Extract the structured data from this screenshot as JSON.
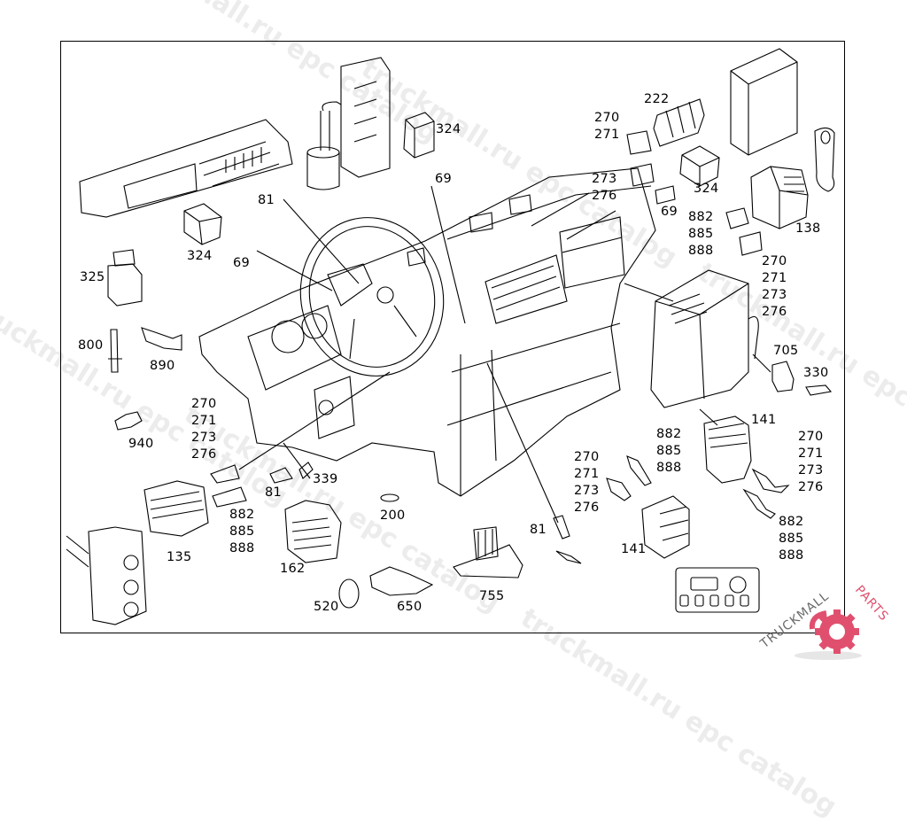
{
  "diagram": {
    "type": "exploded parts catalog drawing",
    "subject": "Truck cockpit dashboard electrical components and connectors",
    "callouts": [
      {
        "id": "c-222",
        "lines": [
          "222"
        ]
      },
      {
        "id": "c-270-276-top",
        "lines": [
          "270",
          "271"
        ]
      },
      {
        "id": "c-273-276-top",
        "lines": [
          "273",
          "276"
        ]
      },
      {
        "id": "c-324-top",
        "lines": [
          "324"
        ]
      },
      {
        "id": "c-69-top",
        "lines": [
          "69"
        ]
      },
      {
        "id": "c-81-top",
        "lines": [
          "81"
        ]
      },
      {
        "id": "c-324-left",
        "lines": [
          "324"
        ]
      },
      {
        "id": "c-69-left",
        "lines": [
          "69"
        ]
      },
      {
        "id": "c-324-right",
        "lines": [
          "324"
        ]
      },
      {
        "id": "c-69-right",
        "lines": [
          "69"
        ]
      },
      {
        "id": "c-882-right",
        "lines": [
          "882",
          "885",
          "888"
        ]
      },
      {
        "id": "c-138",
        "lines": [
          "138"
        ]
      },
      {
        "id": "c-270-right",
        "lines": [
          "270",
          "271",
          "273",
          "276"
        ]
      },
      {
        "id": "c-325",
        "lines": [
          "325"
        ]
      },
      {
        "id": "c-800",
        "lines": [
          "800"
        ]
      },
      {
        "id": "c-890",
        "lines": [
          "890"
        ]
      },
      {
        "id": "c-705",
        "lines": [
          "705"
        ]
      },
      {
        "id": "c-330",
        "lines": [
          "330"
        ]
      },
      {
        "id": "c-141-right",
        "lines": [
          "141"
        ]
      },
      {
        "id": "c-270-left",
        "lines": [
          "270",
          "271",
          "273",
          "276"
        ]
      },
      {
        "id": "c-940",
        "lines": [
          "940"
        ]
      },
      {
        "id": "c-882-mid",
        "lines": [
          "882",
          "885",
          "888"
        ]
      },
      {
        "id": "c-270-mid",
        "lines": [
          "270",
          "271",
          "273",
          "276"
        ]
      },
      {
        "id": "c-270-farright",
        "lines": [
          "270",
          "271",
          "273",
          "276"
        ]
      },
      {
        "id": "c-339",
        "lines": [
          "339"
        ]
      },
      {
        "id": "c-81-bottom",
        "lines": [
          "81"
        ]
      },
      {
        "id": "c-882-left",
        "lines": [
          "882",
          "885",
          "888"
        ]
      },
      {
        "id": "c-200",
        "lines": [
          "200"
        ]
      },
      {
        "id": "c-135",
        "lines": [
          "135"
        ]
      },
      {
        "id": "c-162",
        "lines": [
          "162"
        ]
      },
      {
        "id": "c-81-mid",
        "lines": [
          "81"
        ]
      },
      {
        "id": "c-141-mid",
        "lines": [
          "141"
        ]
      },
      {
        "id": "c-882-farright",
        "lines": [
          "882",
          "885",
          "888"
        ]
      },
      {
        "id": "c-520",
        "lines": [
          "520"
        ]
      },
      {
        "id": "c-650",
        "lines": [
          "650"
        ]
      },
      {
        "id": "c-755",
        "lines": [
          "755"
        ]
      }
    ]
  },
  "watermark": {
    "text": "truckmall.ru epc catalog",
    "logo_text_dark": "TRUCKMALL",
    "logo_text_accent": "PARTS",
    "accent_color": "#e0506e",
    "grey_color": "#6a6a6a"
  }
}
